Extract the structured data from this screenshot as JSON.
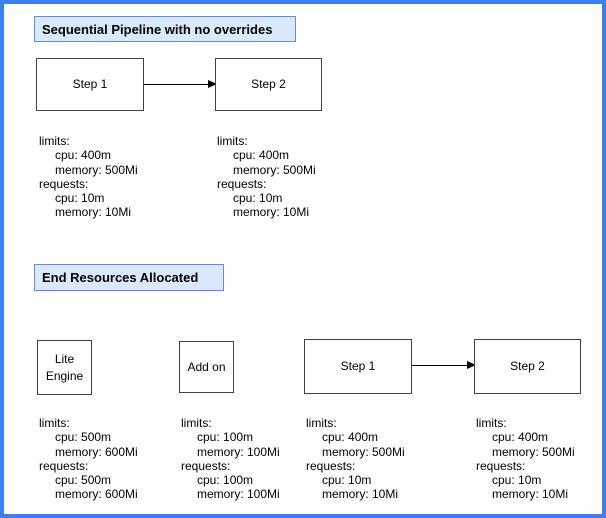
{
  "colors": {
    "frame_border": "#3d7ef2",
    "header_fill": "#dae8fc",
    "header_border": "#6c8ebf",
    "node_border": "#424242",
    "arrow": "#000000"
  },
  "pipeline": {
    "title": "Sequential Pipeline with no overrides",
    "nodes": {
      "step1": "Step 1",
      "step2": "Step 2"
    },
    "resources": {
      "step1": {
        "lines": [
          "limits:",
          "cpu: 400m",
          "memory: 500Mi",
          "requests:",
          "cpu: 10m",
          "memory: 10Mi"
        ]
      },
      "step2": {
        "lines": [
          "limits:",
          "cpu: 400m",
          "memory: 500Mi",
          "requests:",
          "cpu: 10m",
          "memory: 10Mi"
        ]
      }
    }
  },
  "end_resources": {
    "title": "End Resources Allocated",
    "nodes": {
      "lite_engine_line1": "Lite",
      "lite_engine_line2": "Engine",
      "add_on": "Add on",
      "step1": "Step 1",
      "step2": "Step 2"
    },
    "resources": {
      "lite_engine": {
        "lines": [
          "limits:",
          "cpu: 500m",
          "memory: 600Mi",
          "requests:",
          "cpu: 500m",
          "memory: 600Mi"
        ]
      },
      "add_on": {
        "lines": [
          "limits:",
          "cpu: 100m",
          "memory: 100Mi",
          "requests:",
          "cpu: 100m",
          "memory: 100Mi"
        ]
      },
      "step1": {
        "lines": [
          "limits:",
          "cpu: 400m",
          "memory: 500Mi",
          "requests:",
          "cpu: 10m",
          "memory: 10Mi"
        ]
      },
      "step2": {
        "lines": [
          "limits:",
          "cpu: 400m",
          "memory: 500Mi",
          "requests:",
          "cpu: 10m",
          "memory: 10Mi"
        ]
      }
    }
  }
}
